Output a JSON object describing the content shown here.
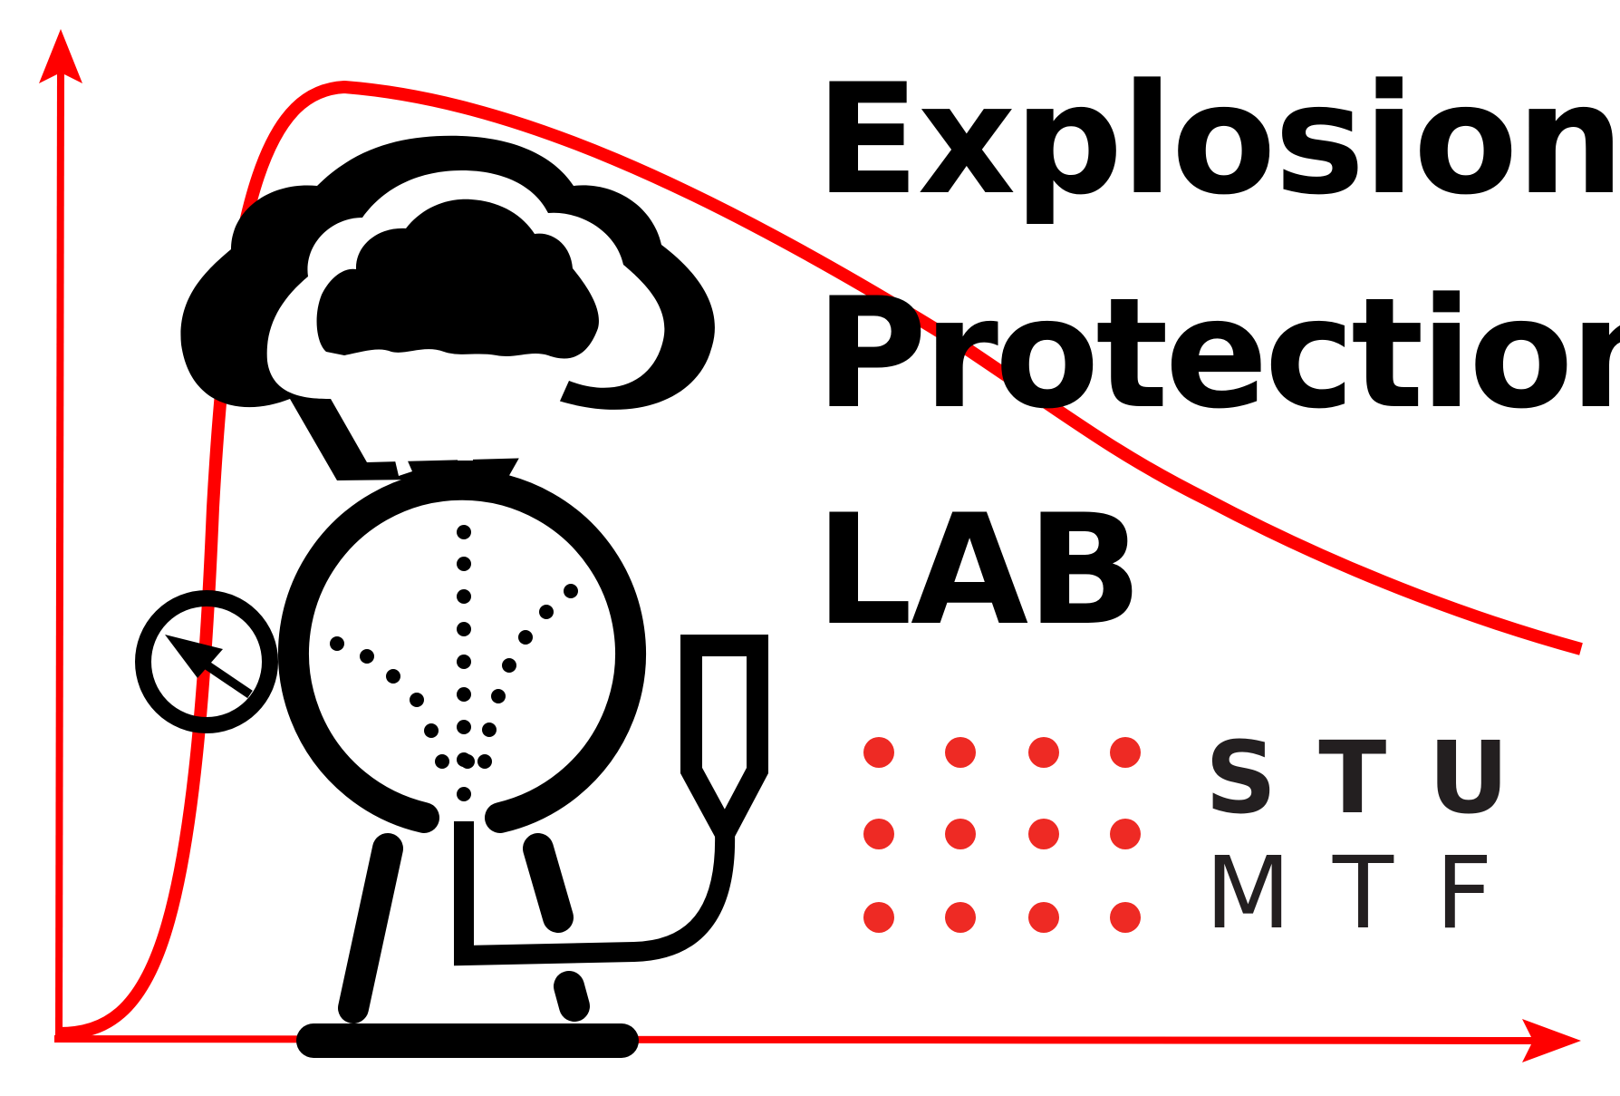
{
  "logo": {
    "title_lines": [
      "Explosion",
      "Protection",
      "LAB"
    ],
    "org_lines": [
      "STU",
      "MTF"
    ],
    "icons": [
      "explosion-cloud-icon",
      "pressure-gauge-icon",
      "ignition-electrode-icon",
      "dust-dispersion-sphere-icon",
      "pressure-time-curve-icon",
      "dot-grid-icon"
    ],
    "colors": {
      "curve": "#ff0000",
      "dots": "#ee2a24",
      "ink": "#000000",
      "org_text": "#231f20",
      "background": "#ffffff"
    }
  }
}
